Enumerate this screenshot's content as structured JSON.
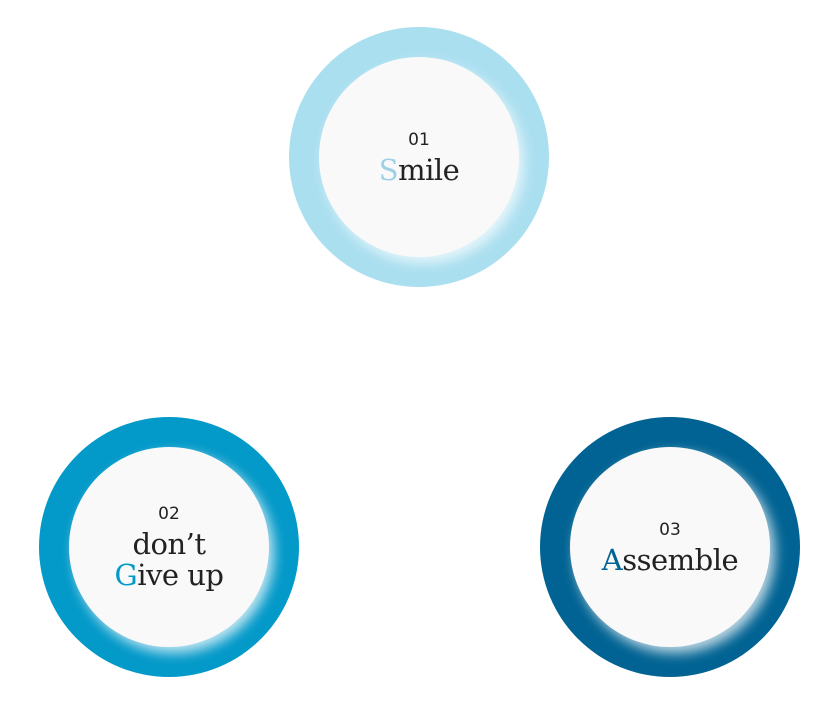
{
  "colors": {
    "light": "#aadff0",
    "mid": "#0399c9",
    "dark": "#006393"
  },
  "steps": [
    {
      "number": "01",
      "initial": "S",
      "rest": "mile"
    },
    {
      "number": "02",
      "line1": "don’t",
      "initial": "G",
      "rest": "ive up"
    },
    {
      "number": "03",
      "initial": "A",
      "rest": "ssemble"
    }
  ]
}
